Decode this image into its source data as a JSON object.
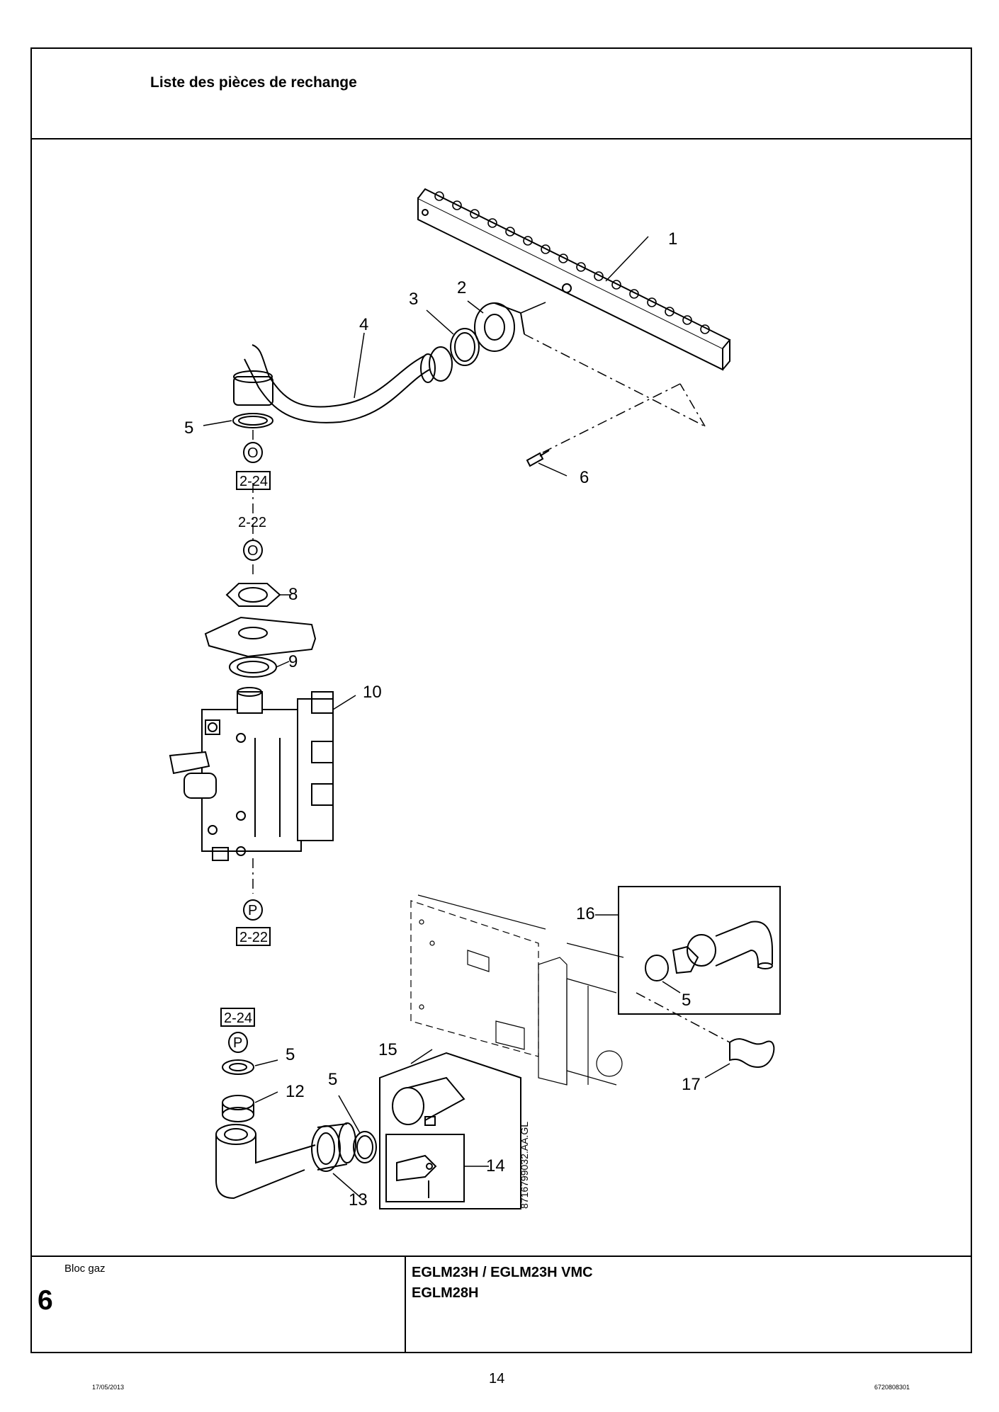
{
  "header": {
    "title": "Liste des pièces de rechange"
  },
  "callouts": [
    "1",
    "2",
    "3",
    "4",
    "5",
    "6",
    "8",
    "9",
    "10",
    "12",
    "13",
    "14",
    "15",
    "16",
    "17"
  ],
  "refs": {
    "top_gasket": "O",
    "ref_2_24": "2-24",
    "ref_2_22": "2-22",
    "gasket_p": "P"
  },
  "drawing_code": "8716799032.AA.GL",
  "footer": {
    "group": "Bloc gaz",
    "section": "6",
    "model_line1": "EGLM23H / EGLM23H VMC",
    "model_line2": "EGLM28H"
  },
  "page_number": "14",
  "date": "17/05/2013",
  "document_ref": "6720808301"
}
